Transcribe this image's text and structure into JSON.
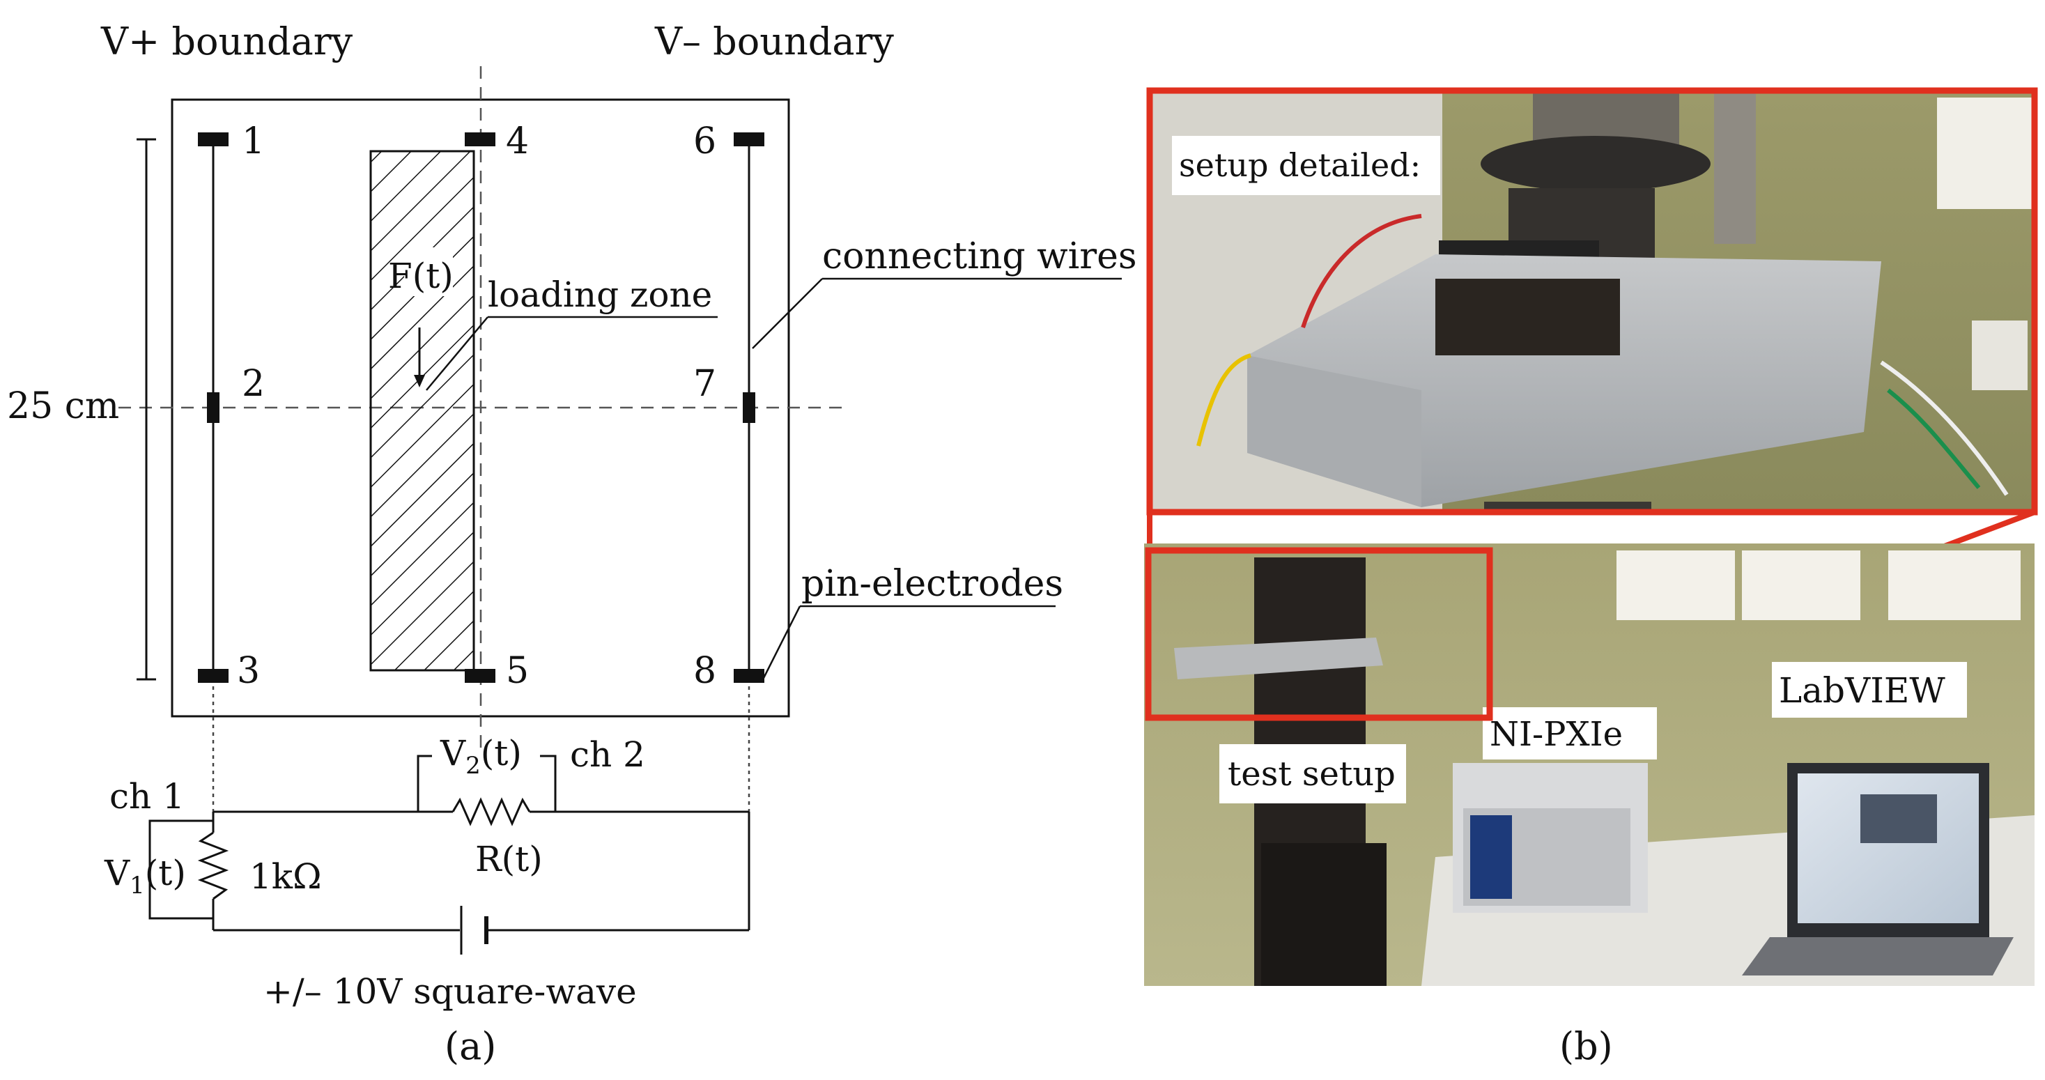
{
  "panel_a": {
    "boundary_left": "V+ boundary",
    "boundary_right": "V– boundary",
    "dimension": "25 cm",
    "electrodes": [
      "1",
      "2",
      "3",
      "4",
      "5",
      "6",
      "7",
      "8"
    ],
    "force": "F(t)",
    "loading_zone": "loading zone",
    "connecting_wires": "connecting wires",
    "pin_electrodes": "pin-electrodes",
    "v2": "V",
    "v2_sub": "2",
    "v2_t": "(t)",
    "ch2": "ch 2",
    "ch1": "ch 1",
    "v1": "V",
    "v1_sub": "1",
    "v1_t": "(t)",
    "resistor_fixed": "1kΩ",
    "resistor_var": "R(t)",
    "source": "+/– 10V  square-wave",
    "caption": "(a)"
  },
  "panel_b": {
    "setup_detailed": "setup detailed:",
    "test_setup": "test setup",
    "ni_pxie": "NI-PXIe",
    "labview": "LabVIEW",
    "caption": "(b)",
    "accent_color": "#e0301e"
  }
}
